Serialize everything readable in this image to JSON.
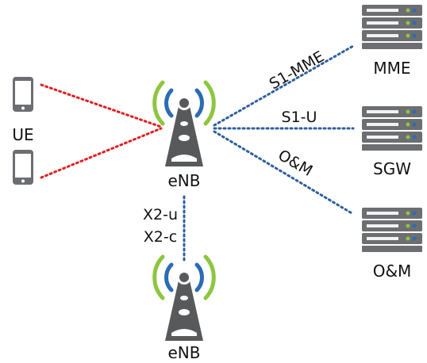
{
  "colors": {
    "server_body": "#6d6e71",
    "server_slot": "#f2f2f2",
    "led_green": "#8dc63f",
    "led_blue": "#2b6cb3",
    "tower": "#58595b",
    "wave_blue": "#2b6cb3",
    "wave_green": "#8dc63f",
    "phone": "#6d6e71",
    "link_red": "#e02020",
    "link_blue": "#2f5f9f"
  },
  "nodes": {
    "ue": {
      "label": "UE",
      "icon": "smartphone-icon",
      "count": 2
    },
    "enb_main": {
      "label": "eNB",
      "icon": "cell-tower-icon"
    },
    "enb_peer": {
      "label": "eNB",
      "icon": "cell-tower-icon"
    },
    "mme": {
      "label": "MME",
      "icon": "server-icon"
    },
    "sgw": {
      "label": "SGW",
      "icon": "server-icon"
    },
    "oam": {
      "label": "O&M",
      "icon": "server-icon"
    }
  },
  "links": {
    "s1_mme": "S1-MME",
    "s1_u": "S1-U",
    "om": "O&M",
    "x2_u": "X2-u",
    "x2_c": "X2-c"
  }
}
